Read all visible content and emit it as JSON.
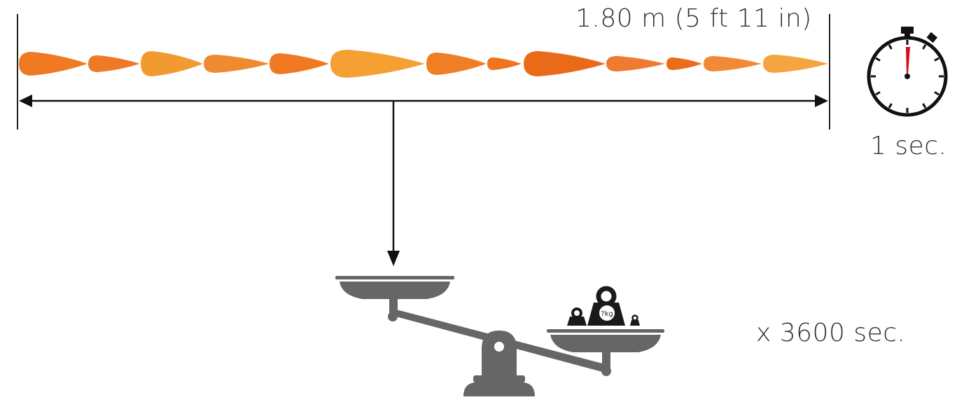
{
  "length_label": "1.80 m (5 ft 11 in)",
  "time_label": "1 sec.",
  "multiplier_label": "x 3600 sec.",
  "weight_label": "?kg",
  "icons": [
    "carrot-icon",
    "stopwatch-icon",
    "balance-scale-icon",
    "weight-icon"
  ],
  "colors": {
    "carrot_orange": "#f07a22",
    "carrot_light": "#f5a033",
    "scale_gray": "#6b6b6b",
    "weight_black": "#1a1a1a",
    "stopwatch_hand": "#d0101a"
  }
}
